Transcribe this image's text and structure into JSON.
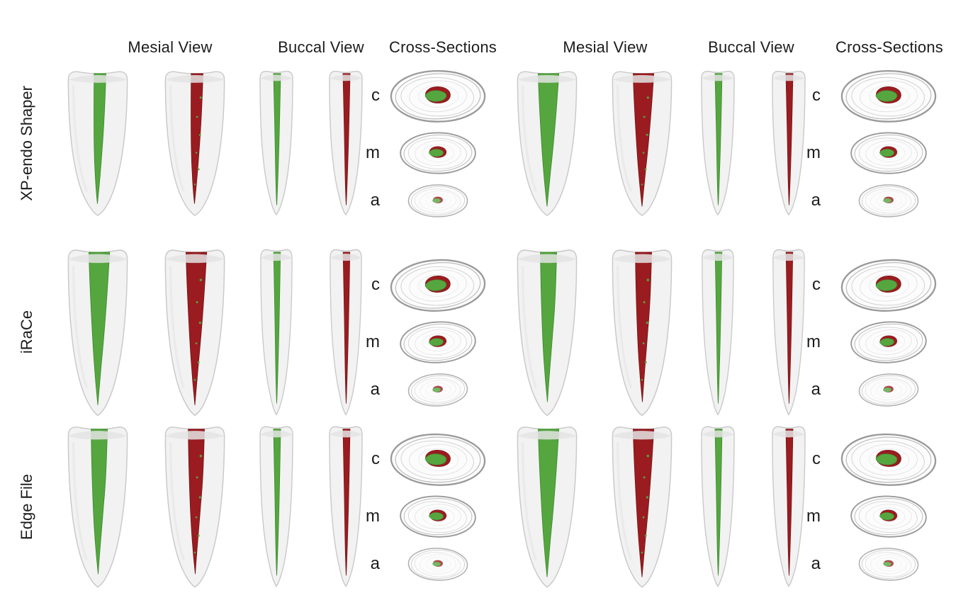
{
  "figure": {
    "background": "#ffffff",
    "column_headers": {
      "mesial": "Mesial View",
      "buccal": "Buccal View",
      "cross_sections": "Cross-Sections"
    },
    "rows": [
      {
        "label": "XP-endo Shaper"
      },
      {
        "label": "iRaCe"
      },
      {
        "label": "Edge File"
      }
    ],
    "cross_section_labels": [
      "c",
      "m",
      "a"
    ],
    "colors": {
      "preop_canal_green": "#55a63f",
      "postop_canal_red": "#9a1c20",
      "tooth_body": "#f2f2f2",
      "tooth_outline": "#c9c9c9",
      "section_ring": "#9a9a9a"
    }
  }
}
